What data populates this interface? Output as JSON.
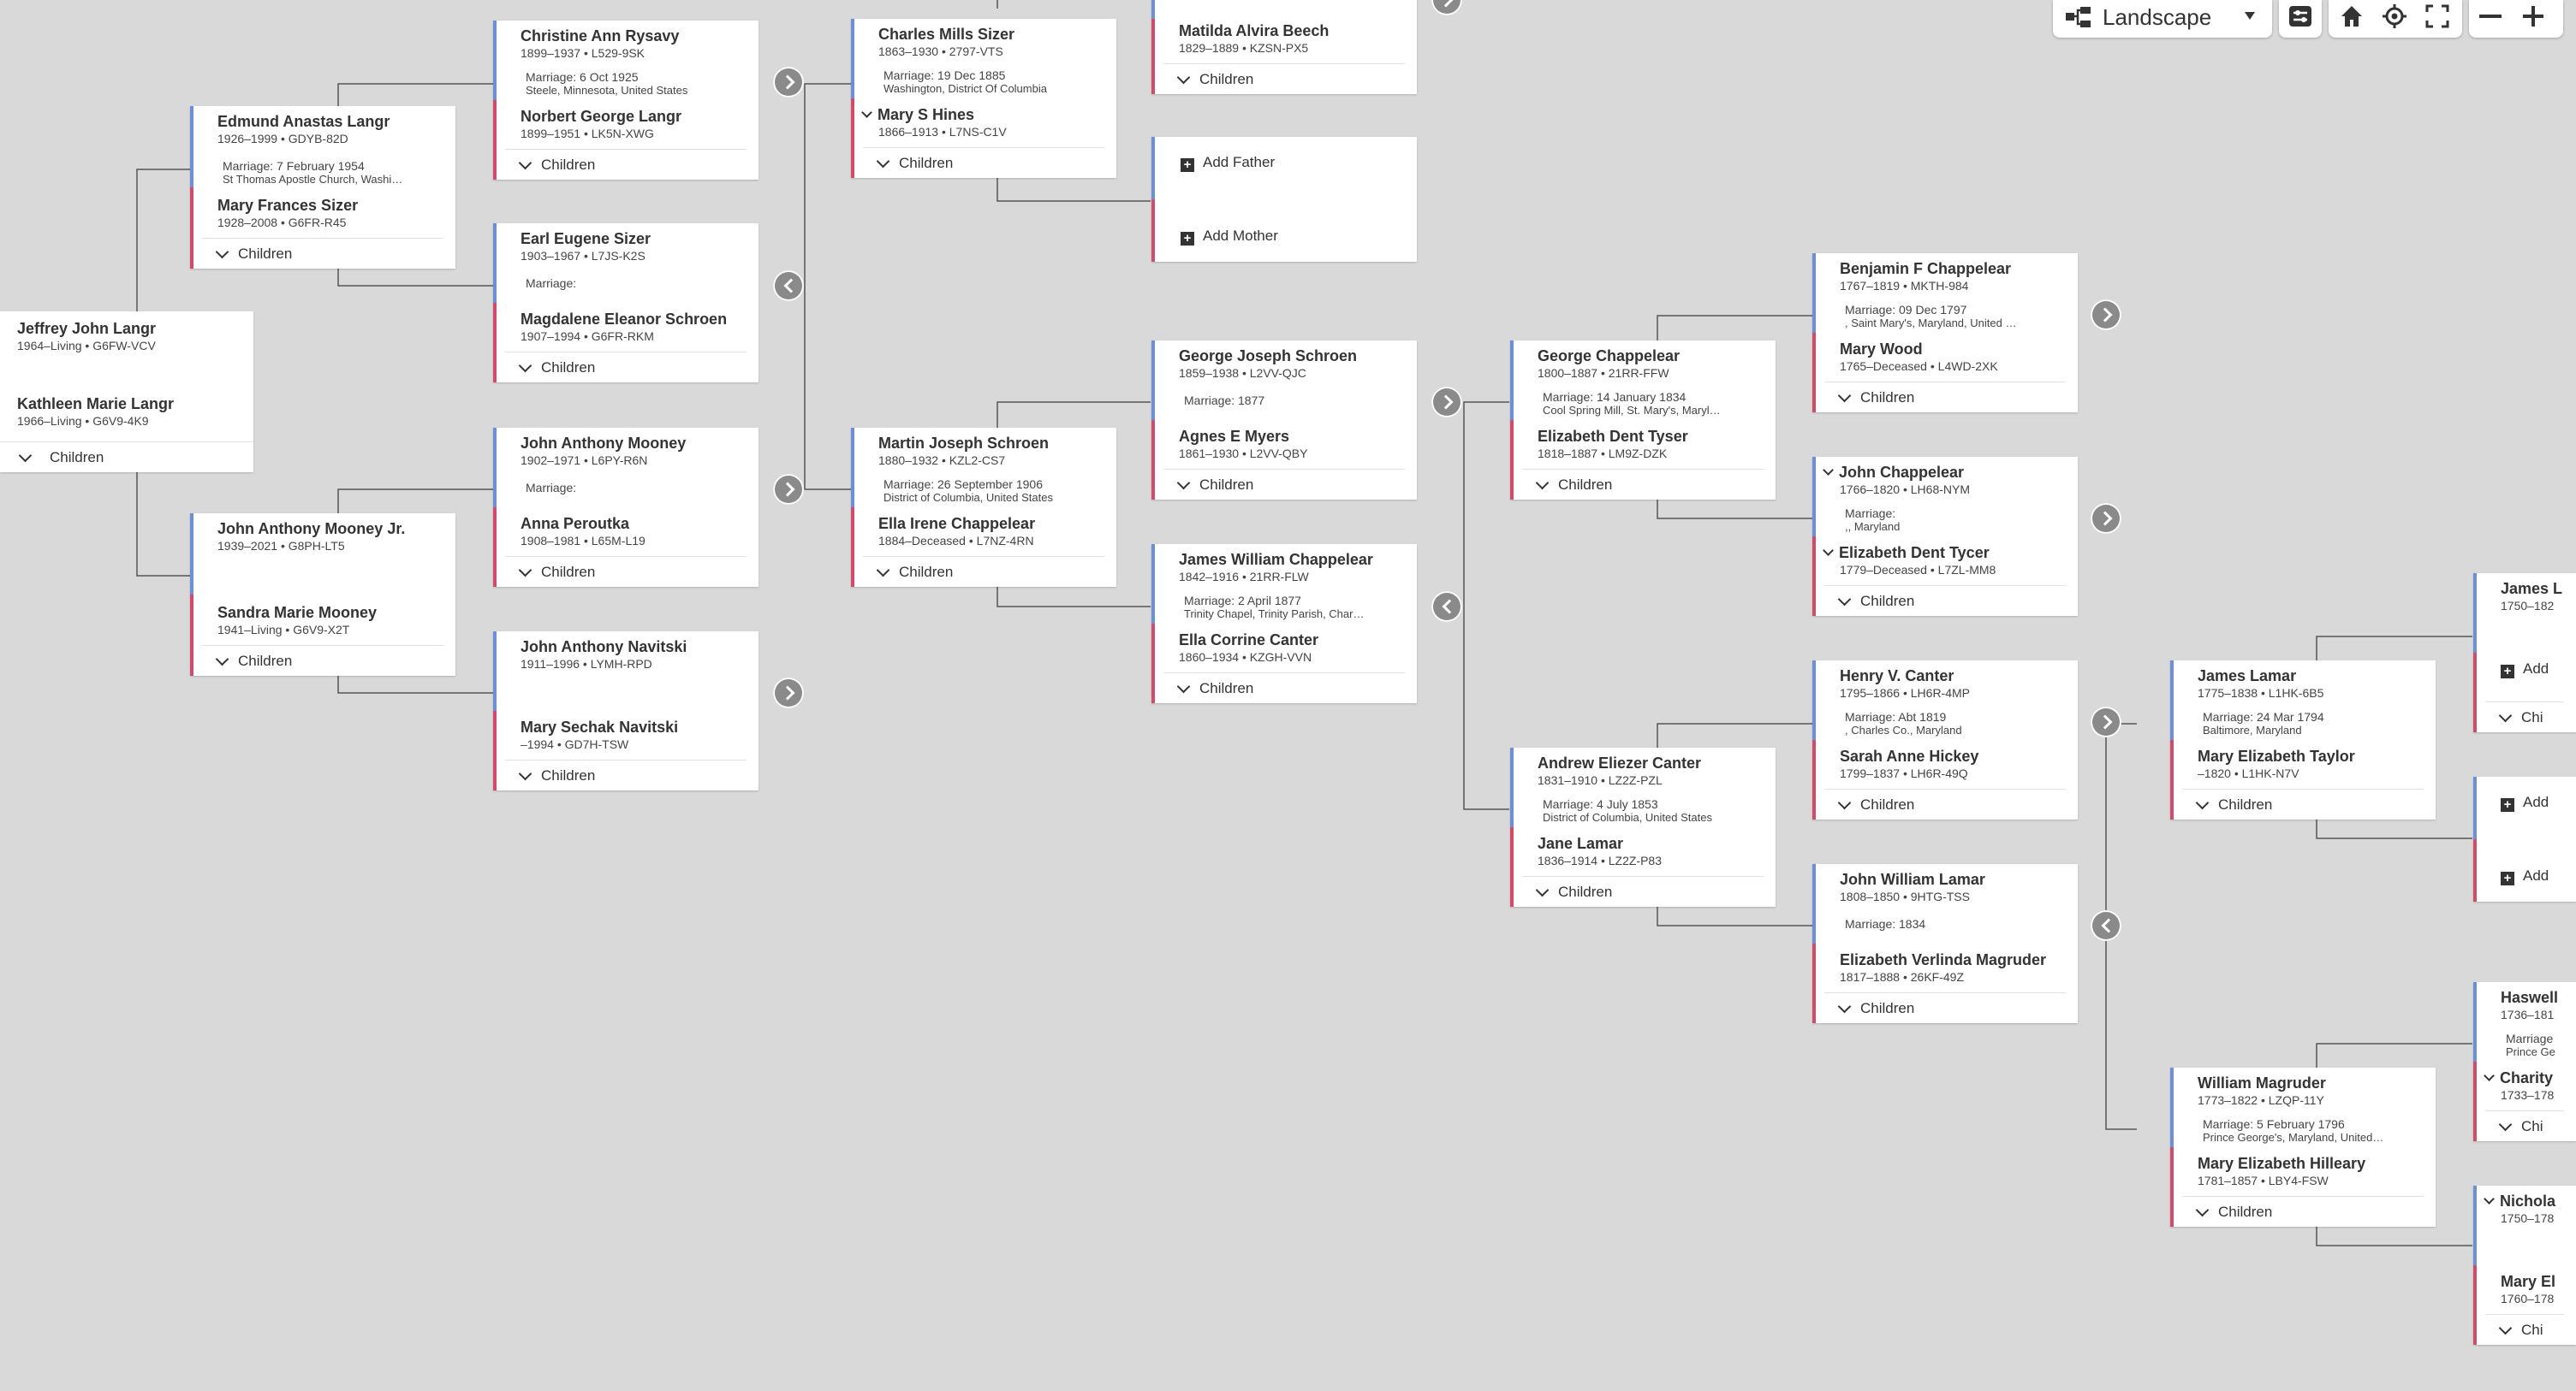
{
  "toolbar": {
    "layout_label": "Landscape",
    "icons": [
      "tree-layout-icon",
      "dropdown-caret-icon",
      "options-icon",
      "home-icon",
      "target-icon",
      "fullscreen-icon",
      "zoom-out-icon",
      "zoom-in-icon"
    ]
  },
  "labels": {
    "children": "Children",
    "marriage": "Marriage:",
    "add_father": "Add Father",
    "add_mother": "Add Mother",
    "add": "Add"
  },
  "focus": {
    "p1": {
      "name": "Jeffrey John Langr",
      "life": "1964–Living • G6FW-VCV"
    },
    "p2": {
      "name": "Kathleen Marie Langr",
      "life": "1966–Living • G6V9-4K9"
    }
  },
  "couples": [
    {
      "id": "langr",
      "p1": {
        "name": "Edmund Anastas Langr",
        "life": "1926–1999 • GDYB-82D"
      },
      "marr": [
        "Marriage: 7 February 1954",
        "St Thomas Apostle Church, Washi…"
      ],
      "p2": {
        "name": "Mary Frances Sizer",
        "life": "1928–2008 • G6FR-R45"
      }
    },
    {
      "id": "mooney",
      "p1": {
        "name": "John Anthony Mooney Jr.",
        "life": "1939–2021 • G8PH-LT5"
      },
      "marr": [
        ""
      ],
      "p2": {
        "name": "Sandra Marie Mooney",
        "life": "1941–Living • G6V9-X2T"
      }
    },
    {
      "id": "rysavy",
      "p1": {
        "name": "Christine Ann Rysavy",
        "life": "1899–1937 • L529-9SK"
      },
      "marr": [
        "Marriage: 6 Oct 1925",
        "Steele, Minnesota, United States"
      ],
      "p2": {
        "name": "Norbert George Langr",
        "life": "1899–1951 • LK5N-XWG"
      }
    },
    {
      "id": "sizer1",
      "p1": {
        "name": "Earl Eugene Sizer",
        "life": "1903–1967 • L7JS-K2S"
      },
      "marr": [
        "Marriage:"
      ],
      "p2": {
        "name": "Magdalene Eleanor Schroen",
        "life": "1907–1994 • G6FR-RKM"
      }
    },
    {
      "id": "mooney2",
      "p1": {
        "name": "John Anthony Mooney",
        "life": "1902–1971 • L6PY-R6N"
      },
      "marr": [
        "Marriage:"
      ],
      "p2": {
        "name": "Anna Peroutka",
        "life": "1908–1981 • L65M-L19"
      }
    },
    {
      "id": "navitski",
      "p1": {
        "name": "John Anthony Navitski",
        "life": "1911–1996 • LYMH-RPD"
      },
      "marr": [
        ""
      ],
      "p2": {
        "name": "Mary Sechak Navitski",
        "life": "–1994 • GD7H-TSW"
      }
    },
    {
      "id": "sizer2",
      "p1": {
        "name": "Charles Mills Sizer",
        "life": "1863–1930 • 2797-VTS"
      },
      "marr": [
        "Marriage: 19 Dec 1885",
        "Washington, District Of Columbia"
      ],
      "p2": {
        "name": "Mary S Hines",
        "life": "1866–1913 • L7NS-C1V"
      }
    },
    {
      "id": "schroen1",
      "p1": {
        "name": "Martin Joseph Schroen",
        "life": "1880–1932 • KZL2-CS7"
      },
      "marr": [
        "Marriage: 26 September 1906",
        "District of Columbia, United States"
      ],
      "p2": {
        "name": "Ella Irene Chappelear",
        "life": "1884–Deceased • L7NZ-4RN"
      }
    },
    {
      "id": "beech",
      "p1": {
        "name": "",
        "life": ""
      },
      "marr": [
        ""
      ],
      "p2": {
        "name": "Matilda Alvira Beech",
        "life": "1829–1889 • KZSN-PX5"
      }
    },
    {
      "id": "schroen2",
      "p1": {
        "name": "George Joseph Schroen",
        "life": "1859–1938 • L2VV-QJC"
      },
      "marr": [
        "Marriage: 1877"
      ],
      "p2": {
        "name": "Agnes E Myers",
        "life": "1861–1930 • L2VV-QBY"
      }
    },
    {
      "id": "chap1",
      "p1": {
        "name": "James William Chappelear",
        "life": "1842–1916 • 21RR-FLW"
      },
      "marr": [
        "Marriage: 2 April 1877",
        "Trinity Chapel, Trinity Parish, Char…"
      ],
      "p2": {
        "name": "Ella Corrine Canter",
        "life": "1860–1934 • KZGH-VVN"
      }
    },
    {
      "id": "chap2",
      "p1": {
        "name": "George Chappelear",
        "life": "1800–1887 • 21RR-FFW"
      },
      "marr": [
        "Marriage: 14 January 1834",
        "Cool Spring Mill, St. Mary's, Maryl…"
      ],
      "p2": {
        "name": "Elizabeth Dent Tyser",
        "life": "1818–1887 • LM9Z-DZK"
      }
    },
    {
      "id": "canter1",
      "p1": {
        "name": "Andrew Eliezer Canter",
        "life": "1831–1910 • LZ2Z-PZL"
      },
      "marr": [
        "Marriage: 4 July 1853",
        "District of Columbia, United States"
      ],
      "p2": {
        "name": "Jane Lamar",
        "life": "1836–1914 • LZ2Z-P83"
      }
    },
    {
      "id": "chap3",
      "p1": {
        "name": "Benjamin F Chappelear",
        "life": "1767–1819 • MKTH-984"
      },
      "marr": [
        "Marriage: 09 Dec 1797",
        ", Saint Mary's, Maryland, United …"
      ],
      "p2": {
        "name": "Mary Wood",
        "life": "1765–Deceased • L4WD-2XK"
      }
    },
    {
      "id": "chap4",
      "p1": {
        "name": "John Chappelear",
        "life": "1766–1820 • LH68-NYM"
      },
      "marr": [
        "Marriage:",
        ",, Maryland"
      ],
      "p2": {
        "name": "Elizabeth Dent Tycer",
        "life": "1779–Deceased • L7ZL-MM8"
      }
    },
    {
      "id": "canter2",
      "p1": {
        "name": "Henry V. Canter",
        "life": "1795–1866 • LH6R-4MP"
      },
      "marr": [
        "Marriage: Abt 1819",
        ", Charles Co., Maryland"
      ],
      "p2": {
        "name": "Sarah Anne Hickey",
        "life": "1799–1837 • LH6R-49Q"
      }
    },
    {
      "id": "lamar1",
      "p1": {
        "name": "John William Lamar",
        "life": "1808–1850 • 9HTG-TSS"
      },
      "marr": [
        "Marriage: 1834"
      ],
      "p2": {
        "name": "Elizabeth Verlinda Magruder",
        "life": "1817–1888 • 26KF-49Z"
      }
    },
    {
      "id": "lamar2",
      "p1": {
        "name": "James Lamar",
        "life": "1775–1838 • L1HK-6B5"
      },
      "marr": [
        "Marriage: 24 Mar 1794",
        "Baltimore, Maryland"
      ],
      "p2": {
        "name": "Mary Elizabeth Taylor",
        "life": "–1820 • L1HK-N7V"
      }
    },
    {
      "id": "magruder",
      "p1": {
        "name": "William Magruder",
        "life": "1773–1822 • LZQP-11Y"
      },
      "marr": [
        "Marriage: 5 February 1796",
        "Prince George's, Maryland, United…"
      ],
      "p2": {
        "name": "Mary Elizabeth Hilleary",
        "life": "1781–1857 • LBY4-FSW"
      }
    },
    {
      "id": "edge1",
      "p1": {
        "name": "James L",
        "life": "1750–182"
      },
      "marr": [
        ""
      ],
      "p2": {
        "name": "",
        "life": ""
      }
    },
    {
      "id": "edge2",
      "p1": {
        "name": "Haswell",
        "life": "1736–181"
      },
      "marr": [
        "Marriage",
        "Prince Ge"
      ],
      "p2": {
        "name": "Charity",
        "life": "1733–178"
      }
    },
    {
      "id": "edge3",
      "p1": {
        "name": "Nichola",
        "life": "1750–178"
      },
      "marr": [
        ""
      ],
      "p2": {
        "name": "Mary El",
        "life": "1760–178"
      }
    }
  ],
  "edge_children_short": "Chi"
}
